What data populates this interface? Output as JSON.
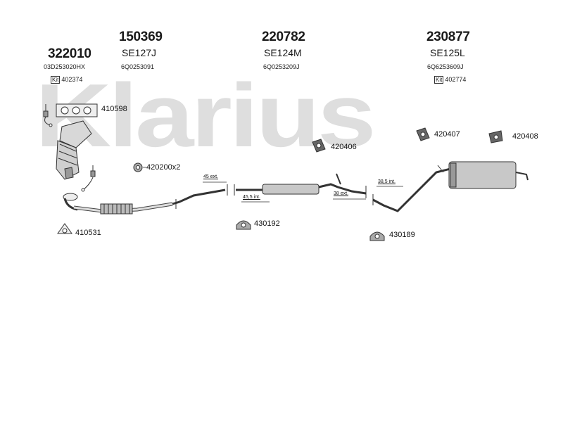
{
  "watermark": "Klarius",
  "header_groups": [
    {
      "number": "322010",
      "code": "",
      "oem": "03D253020HX",
      "kit_label": "Kit",
      "kit": "402374"
    },
    {
      "number": "150369",
      "code": "SE127J",
      "oem": "6Q0253091",
      "kit_label": "",
      "kit": ""
    },
    {
      "number": "220782",
      "code": "SE124M",
      "oem": "6Q0253209J",
      "kit_label": "",
      "kit": ""
    },
    {
      "number": "230877",
      "code": "SE125L",
      "oem": "6Q6253609J",
      "kit_label": "Kit",
      "kit": "402774"
    }
  ],
  "parts": {
    "p410598": "410598",
    "p420200": "420200x2",
    "p420406": "420406",
    "p420407": "420407",
    "p420408": "420408",
    "p410531": "410531",
    "p430192": "430192",
    "p430189": "430189"
  },
  "dimensions": {
    "d45ext": "45 ext.",
    "d455int": "45,5 int.",
    "d38ext": "38 ext.",
    "d385int": "38,5 int."
  },
  "colors": {
    "line": "#333333",
    "fill": "#e6e6e6",
    "dark": "#777777",
    "watermark": "#dedede"
  }
}
